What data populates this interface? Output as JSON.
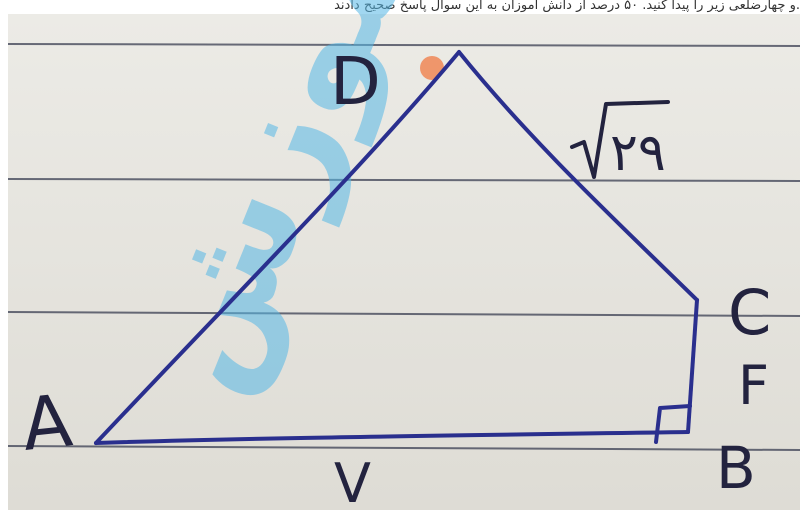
{
  "header_caption": "و چهارضلعی زیر را پیدا کنید. ۵۰ درصد از دانش آموزان به این سوال پاسخ صحیح دادند.",
  "vertices": {
    "a": "A",
    "b": "B",
    "c": "C",
    "d": "D"
  },
  "side_labels": {
    "ab": "V",
    "bc": "F",
    "cd_radicand": "۲۹"
  },
  "watermark_text": "آموزش",
  "colors": {
    "paper": "#e6e4de",
    "rule_line": "#3a3e52",
    "ink": "#2a2f8e",
    "pencil": "#23233f",
    "watermark": "#56b8e6"
  }
}
